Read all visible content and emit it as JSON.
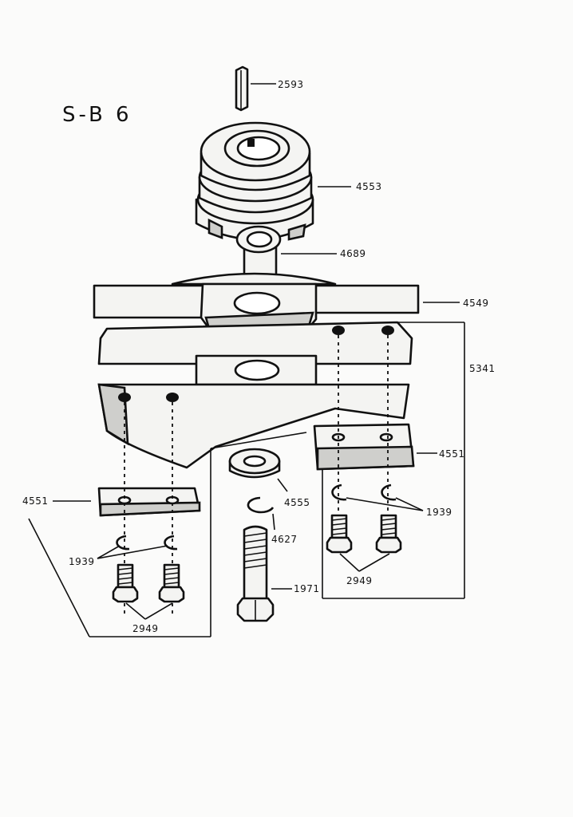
{
  "title": "S-B 6",
  "labels": {
    "key": "2593",
    "pulley": "4553",
    "bushing": "4689",
    "blade": "4549",
    "assembly": "5341",
    "clamp_right": "4551",
    "clamp_left": "4551",
    "washer": "4555",
    "circlip_center": "4627",
    "circlip_right": "1939",
    "circlip_left": "1939",
    "bolt_center": "1971",
    "bolts_right": "2949",
    "bolts_left": "2949"
  }
}
